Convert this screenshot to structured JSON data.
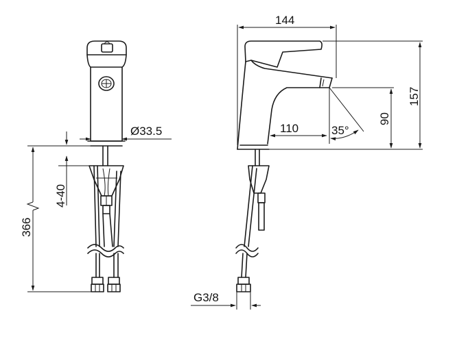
{
  "front_view": {
    "dim_diameter": "Ø33.5",
    "dim_height_total": "366",
    "dim_mounting": "4-40"
  },
  "side_view": {
    "dim_depth": "144",
    "dim_height": "157",
    "dim_spout_height": "90",
    "dim_projection": "110",
    "dim_angle": "35°",
    "dim_thread": "G3/8"
  }
}
